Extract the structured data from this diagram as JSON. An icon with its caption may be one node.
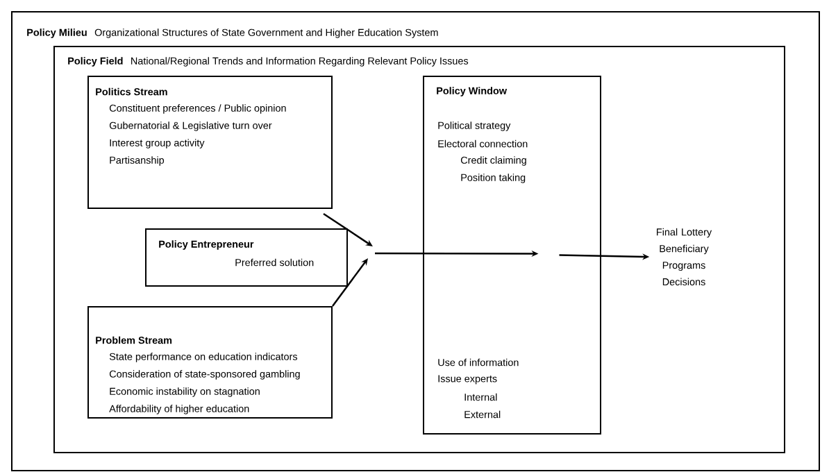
{
  "diagram": {
    "nodes": [
      {
        "text": [
          "Policy Milieu",
          "Organizational Structures of State Government and Higher Education System"
        ]
      },
      {
        "text": [
          "Policy Field",
          "National/Regional Trends and Information Regarding Relevant Policy Issues"
        ],
        "in": 0
      },
      {
        "text": [
          "Politics Stream",
          "Constituent preferences / Public opinion",
          "Gubernatorial & Legislative turn over",
          "Interest group activity",
          "Partisanship"
        ],
        "in": 1
      },
      {
        "text": [
          "Policy Entrepreneur",
          "Preferred solution"
        ],
        "in": 1
      },
      {
        "text": [
          "Problem Stream",
          "State performance on education indicators",
          "Consideration of state-sponsored gambling",
          "Economic instability on stagnation",
          "Affordability of higher education"
        ],
        "in": 1
      },
      {
        "text": [
          "Policy Window",
          "Political strategy",
          "Electoral connection",
          "Credit claiming",
          "Position taking",
          "Use of information",
          "Issue experts",
          "Internal",
          "External"
        ],
        "in": 1
      },
      {
        "text": [
          "Final Lottery Beneficiary Programs Decisions"
        ],
        "in": 1
      }
    ],
    "edges": [
      {
        "from": 2,
        "to": null,
        "arrow": "to"
      },
      {
        "from": 4,
        "to": null,
        "arrow": "to"
      },
      {
        "from": null,
        "to": 5,
        "arrow": "to"
      },
      {
        "from": 5,
        "to": 6,
        "arrow": "to"
      }
    ]
  }
}
